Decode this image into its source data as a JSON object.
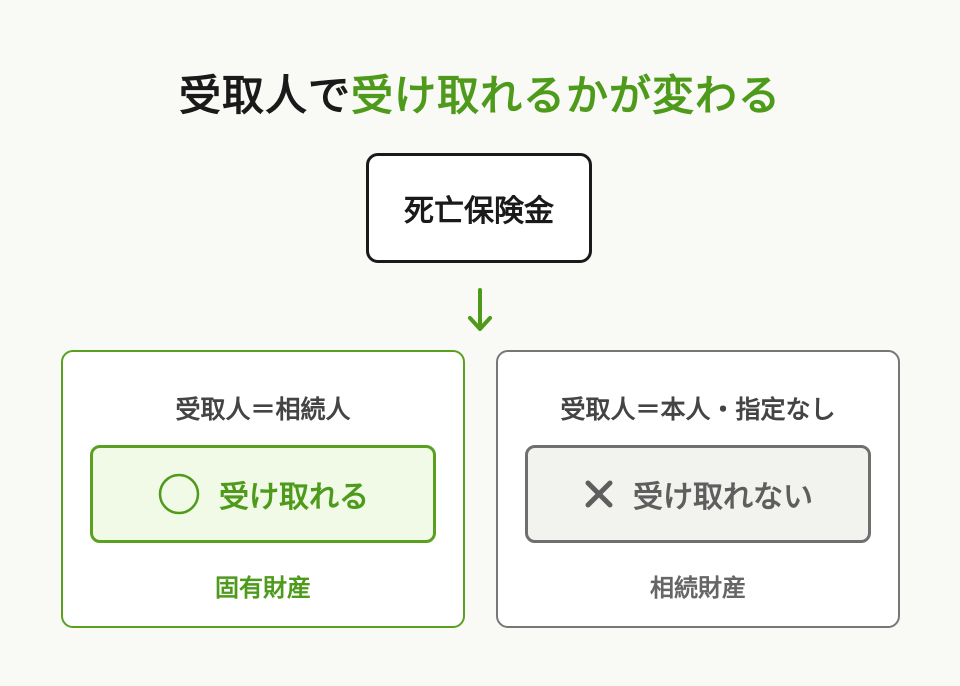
{
  "title": {
    "prefix": "受取人で",
    "accent": "受け取れるかが変わる"
  },
  "top_box": {
    "label": "死亡保険金"
  },
  "colors": {
    "accent_green": "#4e9a1b",
    "dark": "#1a1a1a",
    "gray": "#6f6f6f",
    "background": "#f9f9f5"
  },
  "panels": [
    {
      "heading": "受取人＝相続人",
      "result_icon": "circle-icon",
      "result_label": "受け取れる",
      "category": "固有財産"
    },
    {
      "heading": "受取人＝本人・指定なし",
      "result_icon": "cross-icon",
      "result_label": "受け取れない",
      "category": "相続財産"
    }
  ]
}
